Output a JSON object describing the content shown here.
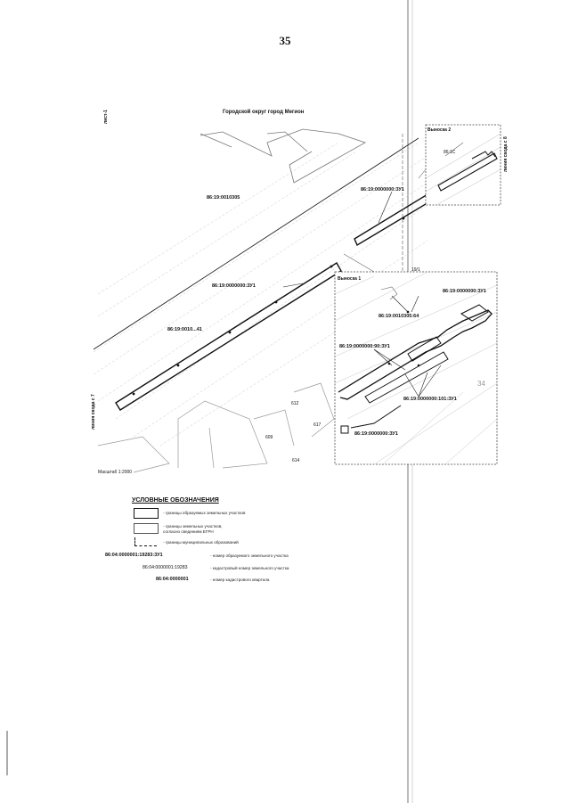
{
  "page": {
    "number": "35"
  },
  "map": {
    "title": "Городской округ город Мегион",
    "scale": "Масштаб 1:2000",
    "side_label_left": "линия свода с 7",
    "side_label_right": "линия свода с 8",
    "side_label_top_left": "лист-1",
    "block_label": "86:19:0010305",
    "parcel_main": "86:19:0000000:ЗУ1",
    "parcel_top": "86:19:0000000:ЗУ1",
    "parcel_small": "86:19:0010...41",
    "num_612": "612",
    "num_617": "617",
    "num_609": "609",
    "num_bottom": "614"
  },
  "callout_2": {
    "label": "Выноска 2",
    "parcel": "86:1С"
  },
  "callout_1": {
    "label": "Выноска 1",
    "parcel_a": "86:19:0000000:ЗУ1",
    "parcel_b": "86:19:0010305:64",
    "parcel_c": "86:19:0000000:90:ЗУ1",
    "parcel_d": "86:19:0000000:101:ЗУ1",
    "parcel_e": "86:19:0000000:ЗУ1",
    "top_num": "19/1",
    "num_34": "34"
  },
  "legend": {
    "title": "УСЛОВНЫЕ ОБОЗНАЧЕНИЯ",
    "rows": [
      {
        "text": "- границы образуемых земельных участков"
      },
      {
        "text": "- границы земельных участков, согласно сведениям ЕГРН"
      },
      {
        "text": "- границы муниципальных образований"
      }
    ],
    "codes": [
      {
        "code": "86:04:0000001:19283:ЗУ1",
        "text": "- номер образуемого земельного участка"
      },
      {
        "code": "86:04:0000001:19283",
        "text": "- кадастровый номер земельного участка"
      },
      {
        "code": "86:04:0000001",
        "text": "- номер кадастрового квартала"
      }
    ]
  }
}
